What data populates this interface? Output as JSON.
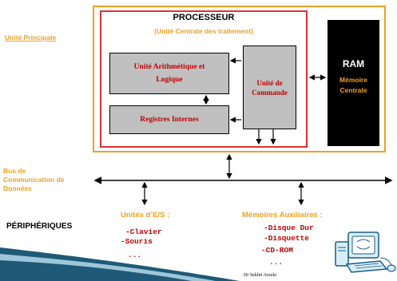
{
  "labels": {
    "unite_principale": "Unité Principale",
    "processeur_title": "PROCESSEUR",
    "processeur_subtitle": "(Unité Centrale des traitement)",
    "ual_line1": "Unité Arithmétique et",
    "ual_line2": "Logique",
    "registres": "Registres Internes",
    "uc_line1": "Unité de",
    "uc_line2": "Commande",
    "ram_title": "RAM",
    "ram_sub1": "Mémoire",
    "ram_sub2": "Centrale",
    "bus_line1": "Bus de",
    "bus_line2": "Communication de",
    "bus_line3": "Données",
    "peripheriques": "PÉRIPHÉRIQUES",
    "io_title": "Unités d’E/S :",
    "io_items": [
      "-Clavier",
      "-Souris",
      "..."
    ],
    "mem_aux_title": "Mémoires Auxiliaires :",
    "mem_aux_items": [
      "-Disque Dur",
      "-Disquette",
      "-CD-ROM",
      "..."
    ],
    "credit": "Dr Sekhri Arezki"
  },
  "colors": {
    "orange": "#f0a020",
    "red": "#e03030",
    "dark_red": "#c00000",
    "grey_box": "#c0c0c0",
    "ram_black": "#000000",
    "teal_accent": "#1e5a78"
  },
  "icons": [
    "computer-icon"
  ]
}
